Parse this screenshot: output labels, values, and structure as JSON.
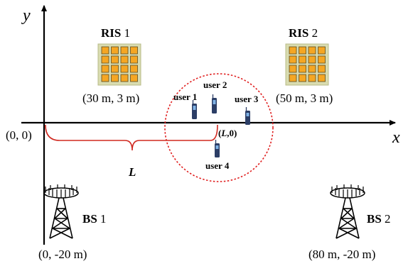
{
  "axes": {
    "x_label": "x",
    "y_label": "y",
    "origin_label": "(0, 0)"
  },
  "ris": [
    {
      "name": "RIS",
      "index": "1",
      "coord": "(30 m, 3 m)"
    },
    {
      "name": "RIS",
      "index": "2",
      "coord": "(50 m, 3 m)"
    }
  ],
  "bs": [
    {
      "name": "BS",
      "index": "1",
      "coord": "(0, -20 m)"
    },
    {
      "name": "BS",
      "index": "2",
      "coord": "(80 m, -20 m)"
    }
  ],
  "users": [
    "user 1",
    "user 2",
    "user 3",
    "user 4"
  ],
  "distance": {
    "label": "L",
    "point_label_var": "L",
    "point_label_rest": ",0)",
    "point_label_open": "("
  },
  "colors": {
    "ris_panel": "#d9dcb0",
    "ris_element": "#f5a623",
    "brace": "#d0281f",
    "circle": "#e02020",
    "axis": "#000000"
  }
}
